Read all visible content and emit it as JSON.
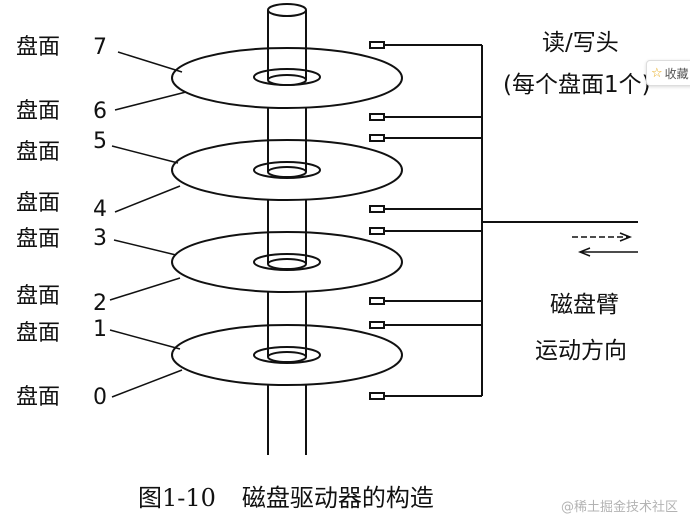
{
  "surfaces": [
    {
      "label": "盘面",
      "number": "7"
    },
    {
      "label": "盘面",
      "number": "6"
    },
    {
      "label": "盘面",
      "number": "5"
    },
    {
      "label": "盘面",
      "number": "4"
    },
    {
      "label": "盘面",
      "number": "3"
    },
    {
      "label": "盘面",
      "number": "2"
    },
    {
      "label": "盘面",
      "number": "1"
    },
    {
      "label": "盘面",
      "number": "0"
    }
  ],
  "head_label": {
    "line1": "读/写头",
    "line2": "(每个盘面1个)"
  },
  "arm_label": {
    "line1": "磁盘臂",
    "line2": "运动方向"
  },
  "caption": {
    "figure": "图1-10",
    "title": "磁盘驱动器的构造"
  },
  "watermark": "@稀土掘金技术社区",
  "favorite_badge": {
    "icon": "star-icon",
    "label": "收藏"
  }
}
